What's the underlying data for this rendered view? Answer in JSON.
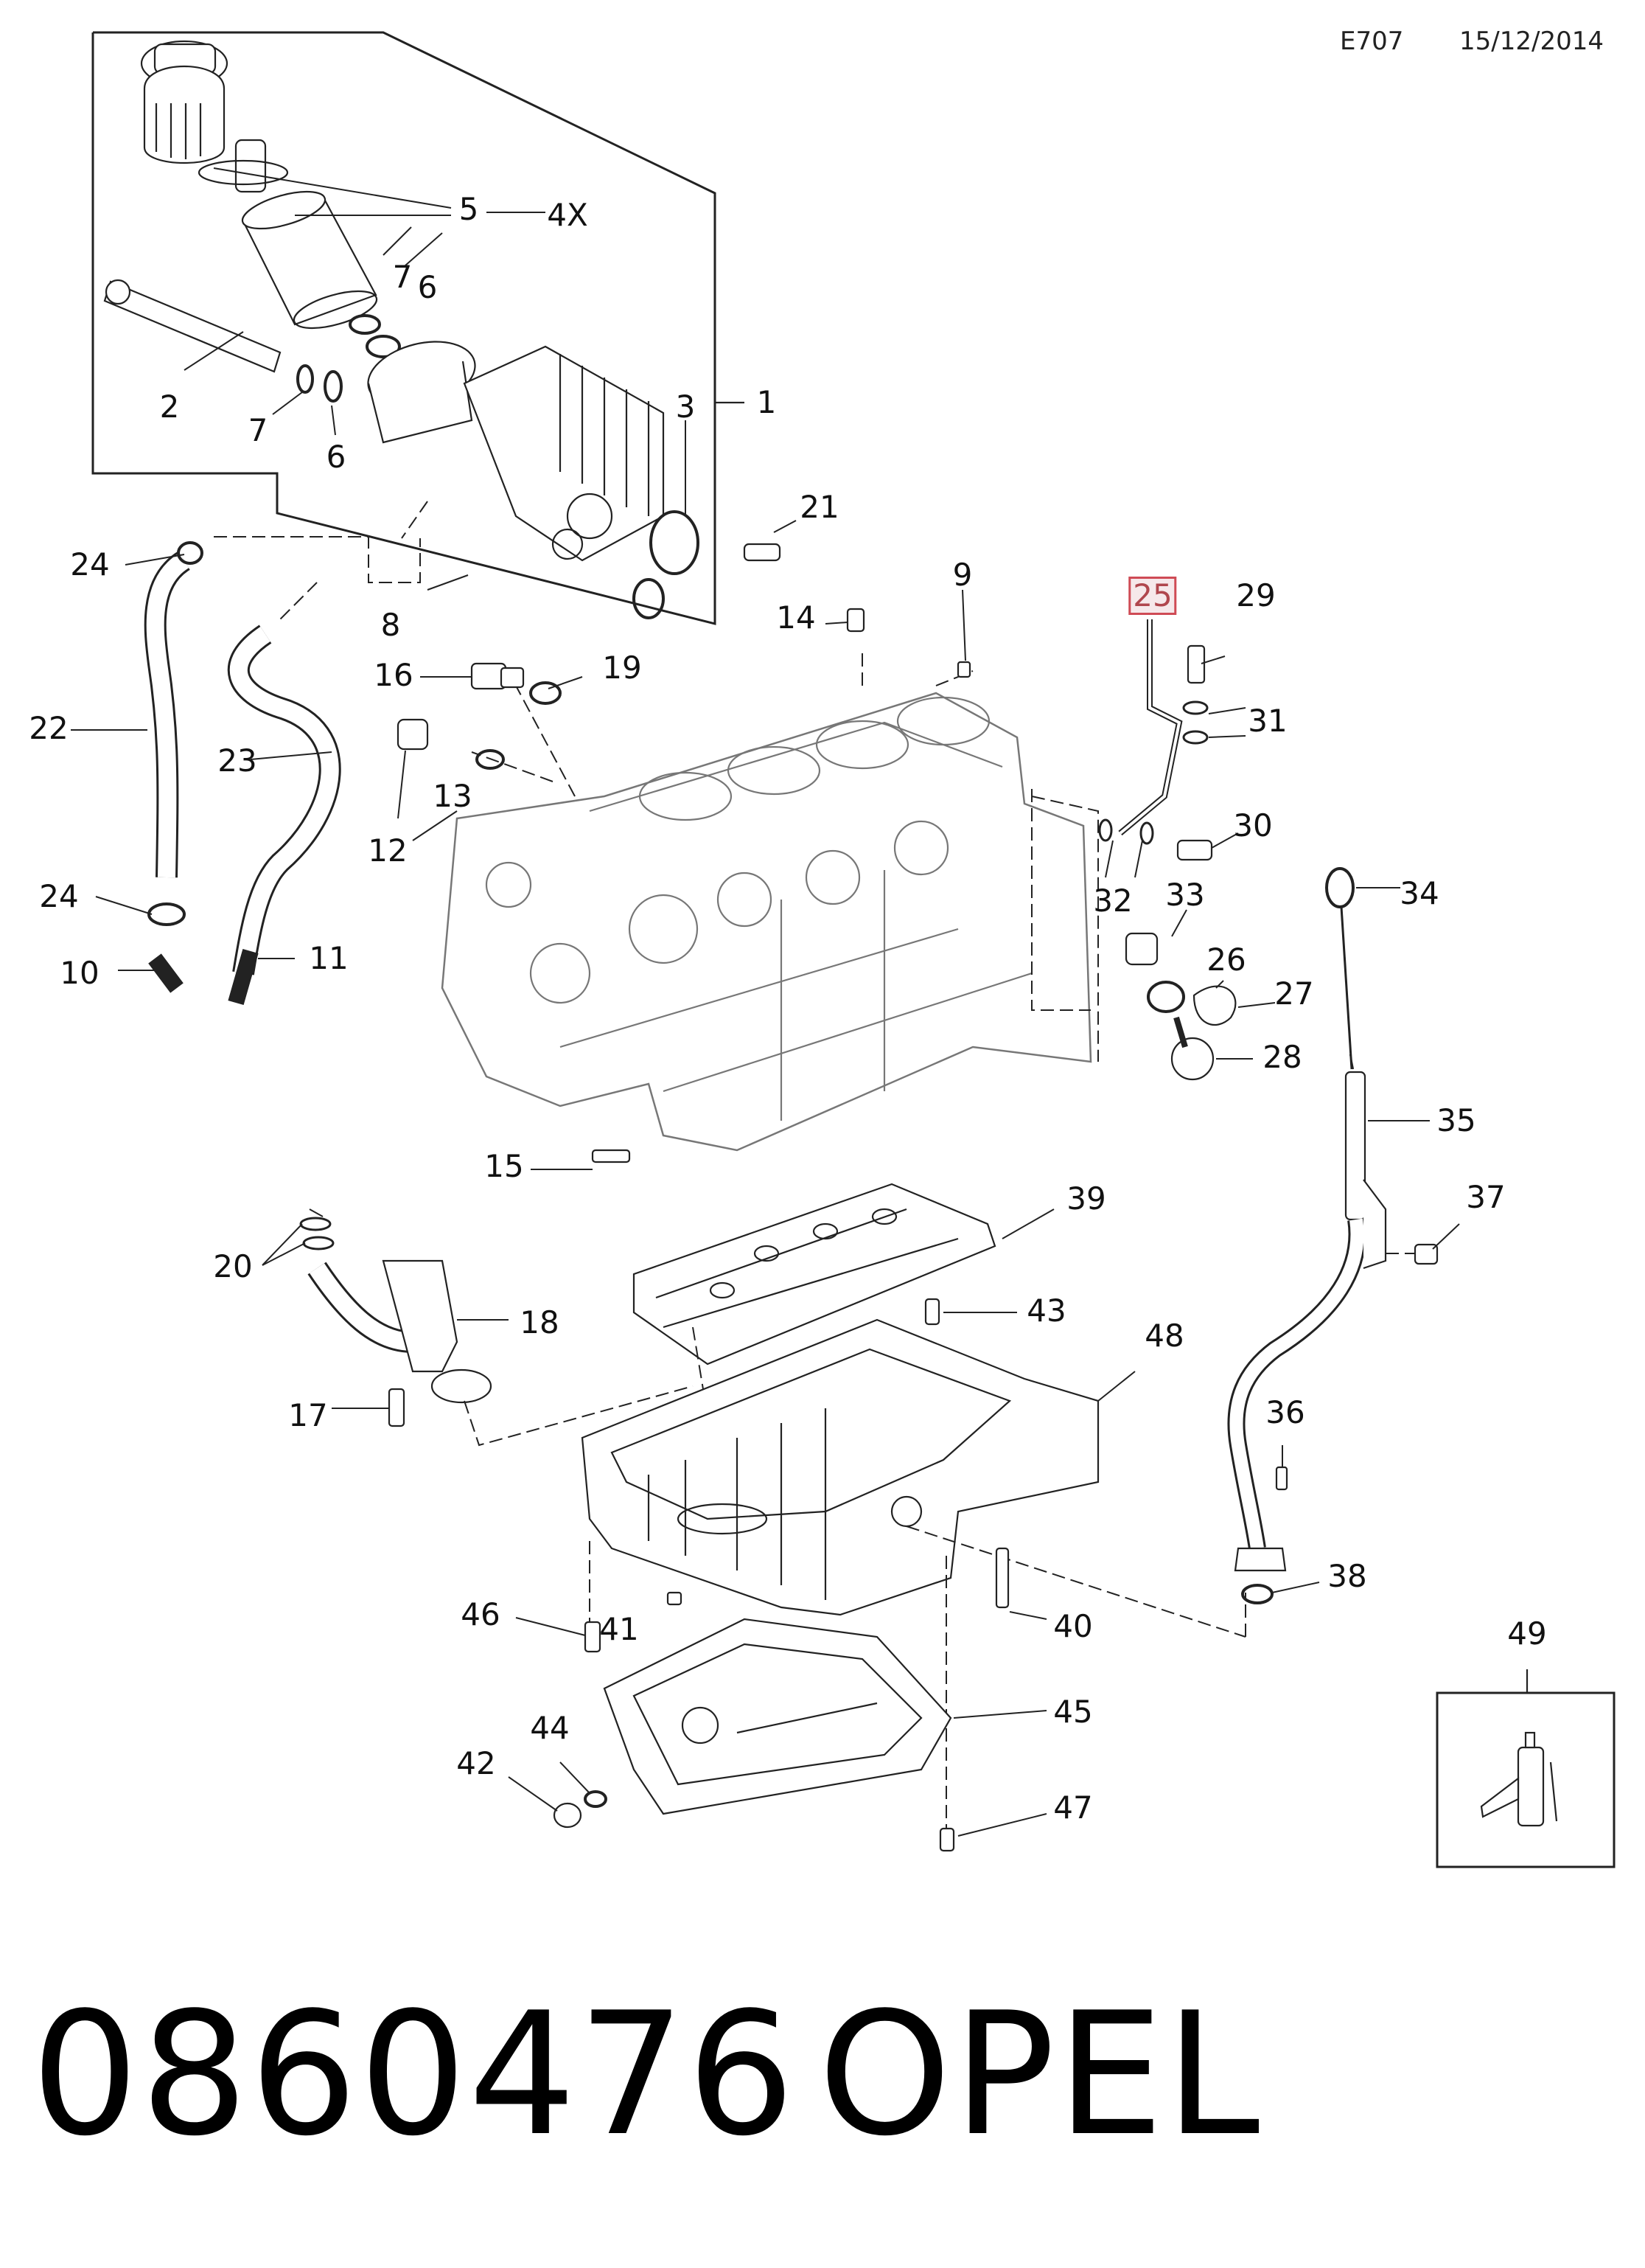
{
  "header": {
    "diagram_code": "E707",
    "date": "15/12/2014"
  },
  "footer": {
    "part_number": "0860476",
    "brand": "OPEL"
  },
  "highlighted_callout": "25",
  "callouts": [
    {
      "id": "c1",
      "text": "1"
    },
    {
      "id": "c2",
      "text": "2"
    },
    {
      "id": "c3",
      "text": "3"
    },
    {
      "id": "c5",
      "text": "5"
    },
    {
      "id": "c4x",
      "text": "4X"
    },
    {
      "id": "c6a",
      "text": "6"
    },
    {
      "id": "c6b",
      "text": "6"
    },
    {
      "id": "c7a",
      "text": "7"
    },
    {
      "id": "c7b",
      "text": "7"
    },
    {
      "id": "c8",
      "text": "8"
    },
    {
      "id": "c9",
      "text": "9"
    },
    {
      "id": "c10",
      "text": "10"
    },
    {
      "id": "c11",
      "text": "11"
    },
    {
      "id": "c12",
      "text": "12"
    },
    {
      "id": "c13",
      "text": "13"
    },
    {
      "id": "c14",
      "text": "14"
    },
    {
      "id": "c15",
      "text": "15"
    },
    {
      "id": "c16",
      "text": "16"
    },
    {
      "id": "c17",
      "text": "17"
    },
    {
      "id": "c18",
      "text": "18"
    },
    {
      "id": "c19",
      "text": "19"
    },
    {
      "id": "c20",
      "text": "20"
    },
    {
      "id": "c21",
      "text": "21"
    },
    {
      "id": "c22",
      "text": "22"
    },
    {
      "id": "c23",
      "text": "23"
    },
    {
      "id": "c24a",
      "text": "24"
    },
    {
      "id": "c24b",
      "text": "24"
    },
    {
      "id": "c25",
      "text": "25"
    },
    {
      "id": "c26",
      "text": "26"
    },
    {
      "id": "c27",
      "text": "27"
    },
    {
      "id": "c28",
      "text": "28"
    },
    {
      "id": "c29",
      "text": "29"
    },
    {
      "id": "c30",
      "text": "30"
    },
    {
      "id": "c31",
      "text": "31"
    },
    {
      "id": "c32",
      "text": "32"
    },
    {
      "id": "c33",
      "text": "33"
    },
    {
      "id": "c34",
      "text": "34"
    },
    {
      "id": "c35",
      "text": "35"
    },
    {
      "id": "c36",
      "text": "36"
    },
    {
      "id": "c37",
      "text": "37"
    },
    {
      "id": "c38",
      "text": "38"
    },
    {
      "id": "c39",
      "text": "39"
    },
    {
      "id": "c40",
      "text": "40"
    },
    {
      "id": "c41",
      "text": "41"
    },
    {
      "id": "c42",
      "text": "42"
    },
    {
      "id": "c43",
      "text": "43"
    },
    {
      "id": "c44",
      "text": "44"
    },
    {
      "id": "c45",
      "text": "45"
    },
    {
      "id": "c46",
      "text": "46"
    },
    {
      "id": "c47",
      "text": "47"
    },
    {
      "id": "c48",
      "text": "48"
    },
    {
      "id": "c49",
      "text": "49"
    }
  ]
}
